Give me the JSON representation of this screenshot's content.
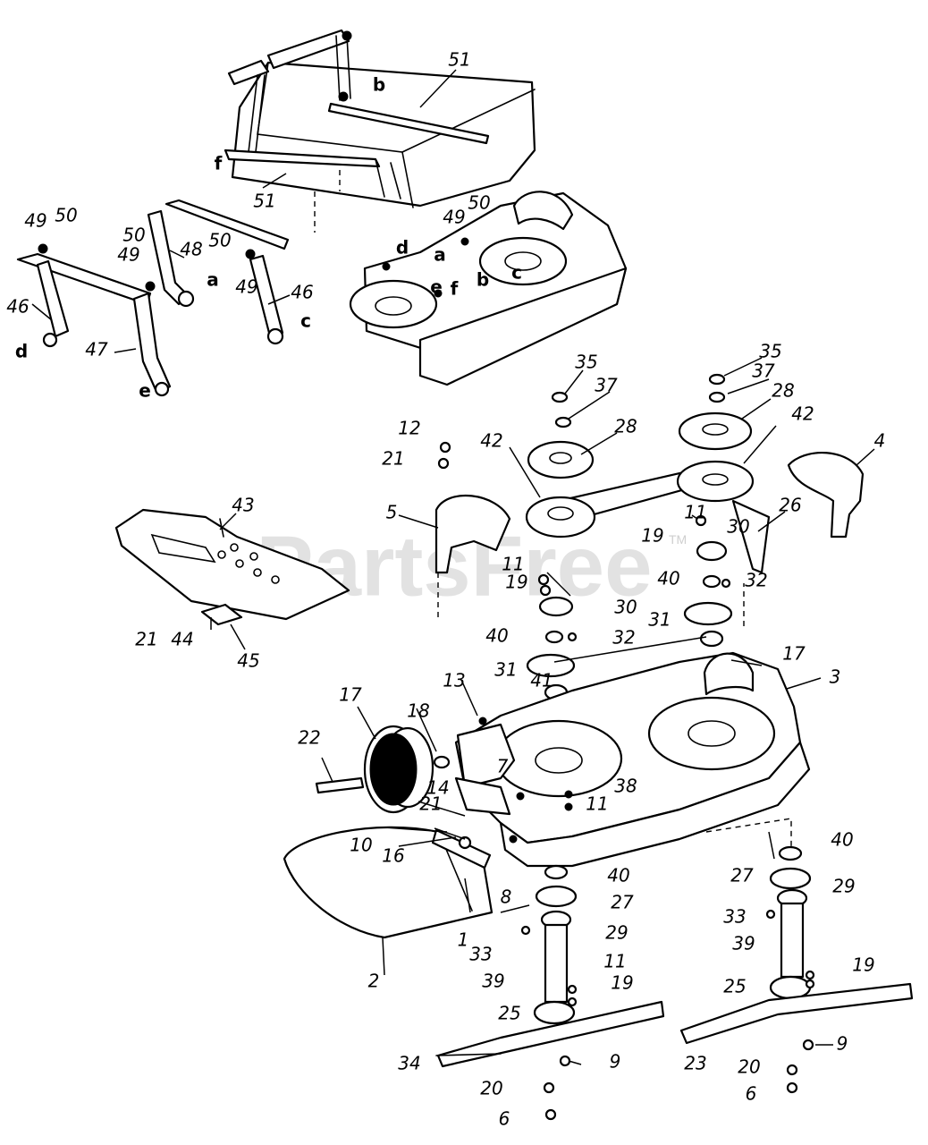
{
  "watermark": {
    "text": "PartsFree",
    "trademark": "TM"
  },
  "callouts": [
    "1",
    "2",
    "3",
    "4",
    "5",
    "6",
    "6",
    "7",
    "8",
    "9",
    "9",
    "10",
    "11",
    "11",
    "11",
    "11",
    "12",
    "13",
    "14",
    "16",
    "17",
    "17",
    "18",
    "19",
    "19",
    "19",
    "19",
    "20",
    "20",
    "21",
    "21",
    "21",
    "22",
    "23",
    "25",
    "25",
    "26",
    "27",
    "27",
    "28",
    "28",
    "29",
    "29",
    "30",
    "30",
    "31",
    "31",
    "32",
    "32",
    "33",
    "33",
    "34",
    "35",
    "35",
    "37",
    "37",
    "38",
    "39",
    "39",
    "40",
    "40",
    "40",
    "40",
    "41",
    "42",
    "42",
    "43",
    "44",
    "45",
    "46",
    "46",
    "47",
    "48",
    "49",
    "49",
    "49",
    "49",
    "50",
    "50",
    "50",
    "50",
    "51",
    "51"
  ],
  "connection_letters": [
    "a",
    "a",
    "b",
    "b",
    "c",
    "c",
    "d",
    "d",
    "e",
    "e",
    "f",
    "f"
  ]
}
